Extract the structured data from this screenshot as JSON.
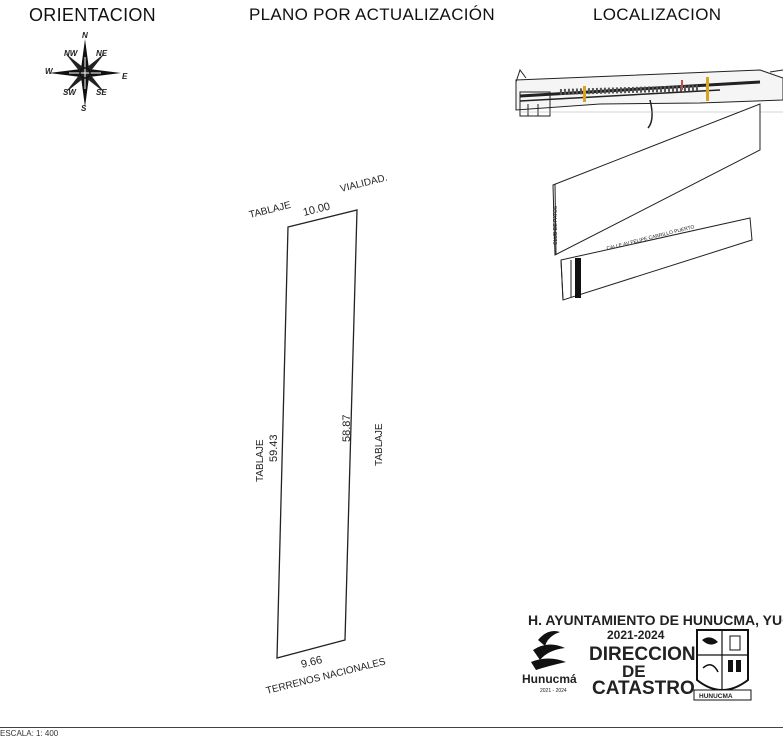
{
  "headers": {
    "orientation": "ORIENTACION",
    "plan": "PLANO POR ACTUALIZACIÓN",
    "location": "LOCALIZACION"
  },
  "compass": {
    "n": "N",
    "ne": "NE",
    "e": "E",
    "se": "SE",
    "s": "S",
    "sw": "SW",
    "w": "W",
    "nw": "NW"
  },
  "plot": {
    "top_neighbor_left": "TABLAJE",
    "top_neighbor_right": "VIALIDAD.",
    "top_length": "10.00",
    "left_neighbor": "TABLAJE",
    "left_length": "59.43",
    "right_neighbor": "TABLAJE",
    "right_length": "58.87",
    "bottom_length": "9.66",
    "bottom_neighbor": "TERRENOS NACIONALES"
  },
  "location_map": {
    "street_label": "CALLE AV FELIPE CARRILLO PUERTO",
    "club_label": "CLUB DE PATOS"
  },
  "seal": {
    "municipality": "H. AYUNTAMIENTO DE HUNUCMA, YUC.",
    "period": "2021-2024",
    "dept_line1": "DIRECCION",
    "dept_line2": "DE",
    "dept_line3": "CATASTRO",
    "logo_name": "Hunucmá",
    "logo_years": "2021 - 2024",
    "shield_caption": "HUNUCMA"
  },
  "footer": {
    "scale": "ESCALA:      1: 400"
  }
}
